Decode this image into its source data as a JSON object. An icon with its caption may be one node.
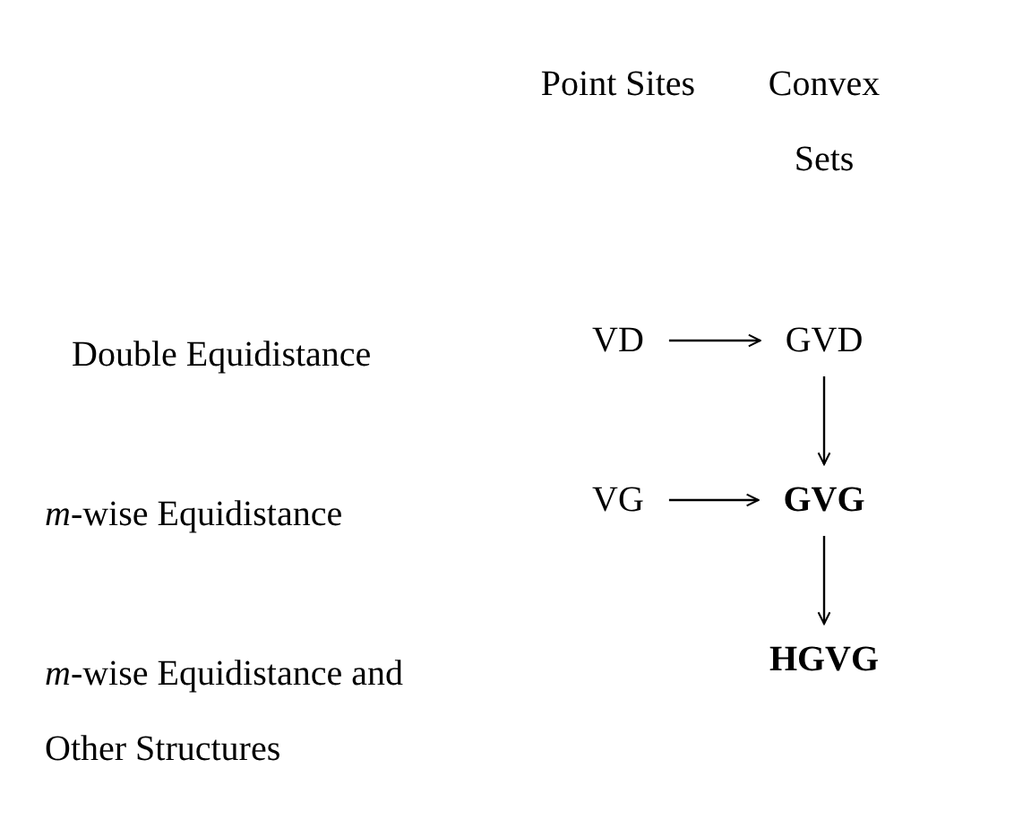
{
  "diagram": {
    "nodes": [
      {
        "text": [
          "VD"
        ]
      },
      {
        "text": [
          "GVD"
        ]
      },
      {
        "text": [
          "VG"
        ]
      },
      {
        "text": [
          "GVG"
        ]
      },
      {
        "text": [
          "HGVG"
        ]
      }
    ],
    "edges": [
      {
        "from": 0,
        "to": 1,
        "arrow": "to"
      },
      {
        "from": 1,
        "to": 3,
        "arrow": "to"
      },
      {
        "from": 2,
        "to": 3,
        "arrow": "to"
      },
      {
        "from": 3,
        "to": 4,
        "arrow": "to"
      }
    ],
    "labels": [
      "Point Sites",
      "Convex Sets",
      "Double Equidistance",
      "*m*-wise Equidistance",
      "*m*-wise Equidistance and Other Structures"
    ]
  }
}
